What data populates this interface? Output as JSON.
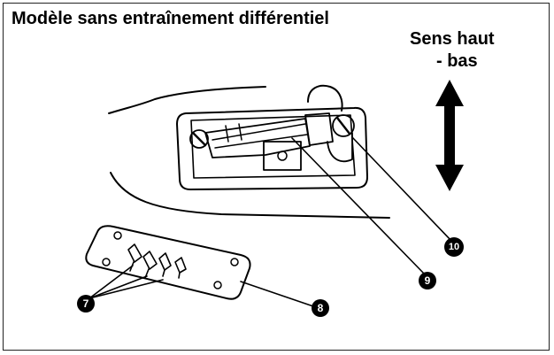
{
  "title": "Modèle sans entraînement différentiel",
  "direction": {
    "line1": "Sens haut",
    "line2": "- bas",
    "arrow_icon": "up-down-arrow-icon"
  },
  "callouts": {
    "c7": "7",
    "c8": "8",
    "c9": "9",
    "c10": "10"
  },
  "colors": {
    "ink": "#000000",
    "background": "#ffffff"
  }
}
